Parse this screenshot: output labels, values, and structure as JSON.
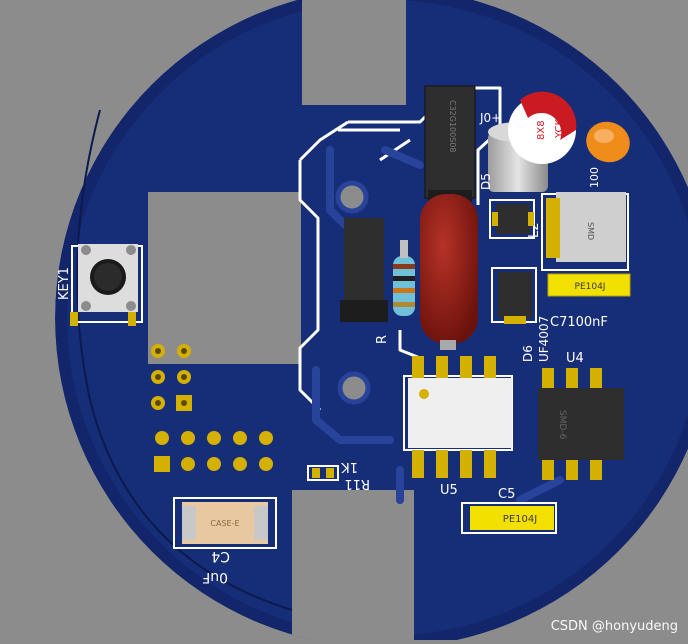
{
  "pcb": {
    "labels": {
      "key1": "KEY1",
      "r11": "R11",
      "r11_value": "1K",
      "c4": "C4",
      "c4_body": "CASE-E",
      "c4_value": "0uF",
      "c5": "C5",
      "c5_value": "PE104J",
      "c7": "C7100nF",
      "c7_value": "PE104J",
      "u4": "U4",
      "u4_body": "SMD-6",
      "u5": "U5",
      "d5": "D5",
      "d6": "D6",
      "uf4007": "UF4007",
      "l2": "L2",
      "l2_body": "SMD",
      "cap_top_value": "8X8",
      "cap_top_brand": "YCK",
      "rect_top_text": "C32G100S08",
      "r_label": "R",
      "j_label": "J0+",
      "mov_label": "100"
    },
    "colors": {
      "board": "#13266b",
      "background": "#8c8c8c",
      "copper": "#1d3a8c",
      "silkscreen": "#ffffff",
      "pad": "#d4b000",
      "cap_yellow": "#f2e000",
      "component_black": "#2e2e2e",
      "resistor_red": "#8f1d14"
    }
  },
  "watermark": "CSDN @honyudeng"
}
